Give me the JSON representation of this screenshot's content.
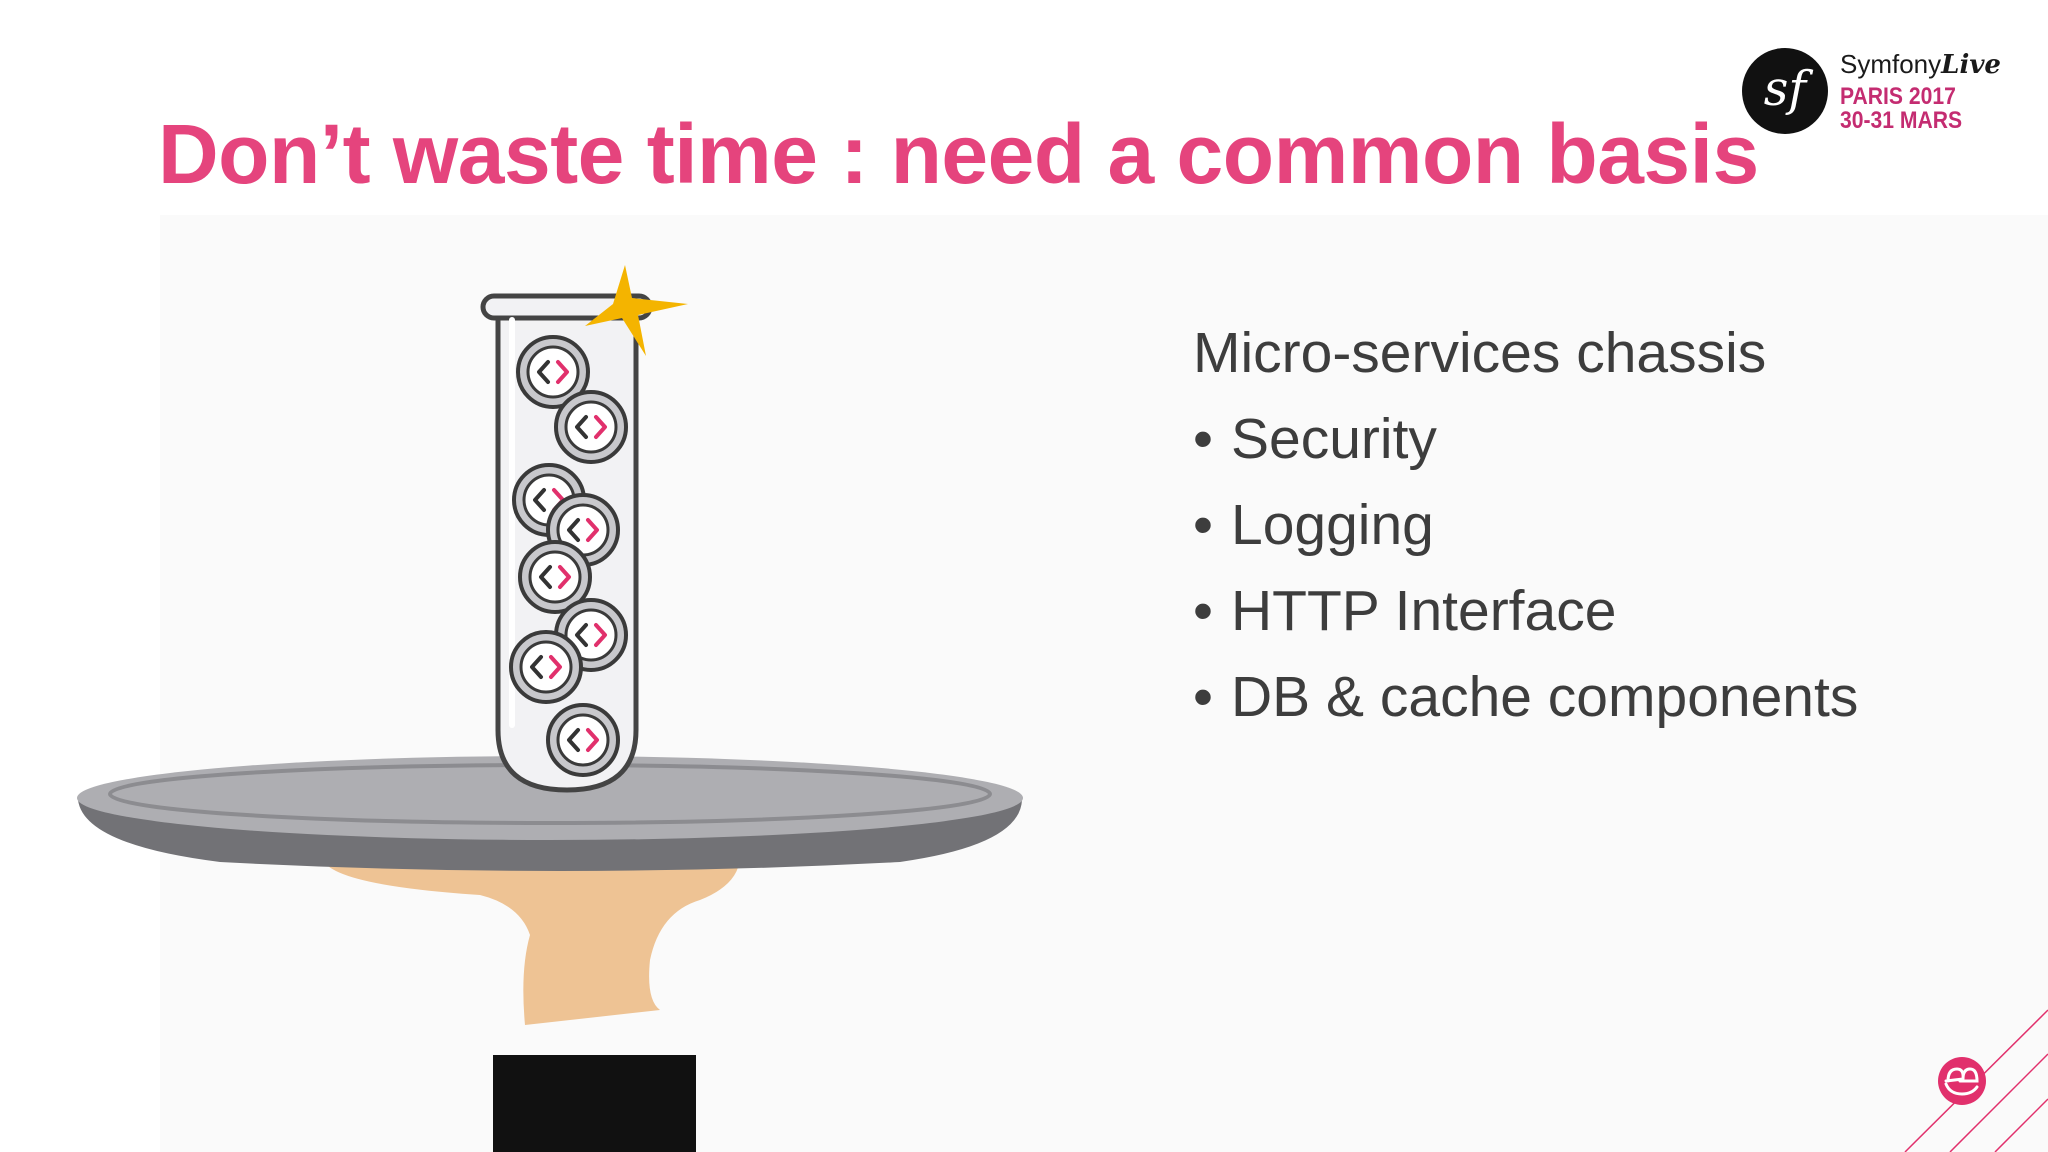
{
  "slide": {
    "title": "Don’t waste time : need a common basis",
    "list": {
      "heading": "Micro-services chassis",
      "bullet_char": "•",
      "items": [
        "Security",
        "Logging",
        "HTTP Interface",
        "DB & cache components"
      ]
    }
  },
  "logo": {
    "monogram": "sf",
    "brand_main": "Symfony",
    "brand_live": "Live",
    "event_lines": [
      "PARIS 2017",
      "30-31 MARS"
    ]
  },
  "illustration": {
    "icons": [
      "test-tube-icon",
      "star-sparkle-icon",
      "code-chip-icon",
      "tray-icon",
      "waiter-hand-icon"
    ]
  },
  "corner": {
    "icon": "company-badge-icon"
  },
  "colors": {
    "title": "#e5447d",
    "body_text": "#3d3d3d",
    "accent_pink": "#e1306c",
    "star": "#f4b400",
    "tray": "#9e9ea2",
    "skin": "#eec394",
    "sleeve": "#111111"
  }
}
